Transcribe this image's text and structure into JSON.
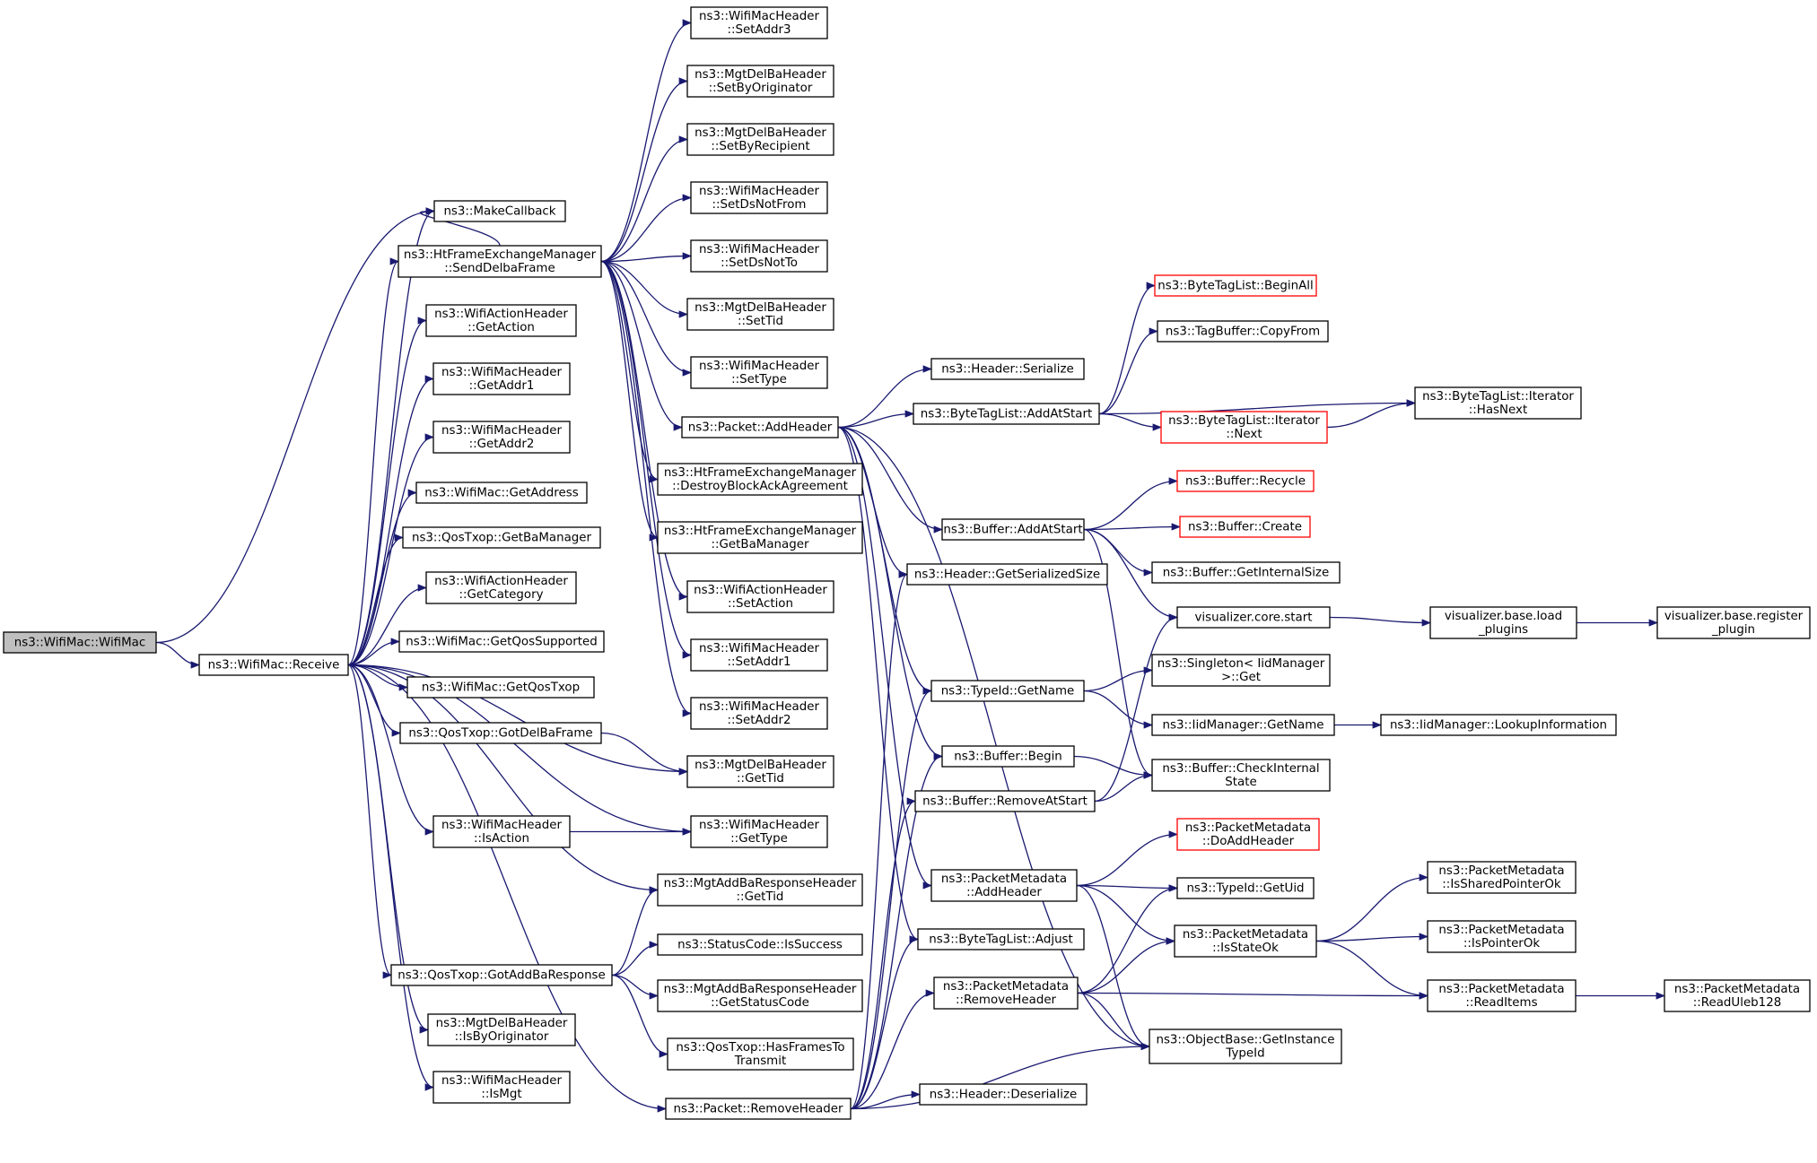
{
  "colors": {
    "edge": "#191970",
    "node_border": "#000000",
    "node_border_alt": "#ff0000",
    "root_fill": "#bfbfbf"
  },
  "nodes": [
    {
      "id": "root",
      "lines": [
        "ns3::WifiMac::WifiMac"
      ],
      "variant": "root"
    },
    {
      "id": "receive",
      "lines": [
        "ns3::WifiMac::Receive"
      ]
    },
    {
      "id": "makecb",
      "lines": [
        "ns3::MakeCallback"
      ]
    },
    {
      "id": "senddelba",
      "lines": [
        "ns3::HtFrameExchangeManager",
        "::SendDelbaFrame"
      ]
    },
    {
      "id": "act_getaction",
      "lines": [
        "ns3::WifiActionHeader",
        "::GetAction"
      ]
    },
    {
      "id": "mac_getaddr1",
      "lines": [
        "ns3::WifiMacHeader",
        "::GetAddr1"
      ]
    },
    {
      "id": "mac_getaddr2",
      "lines": [
        "ns3::WifiMacHeader",
        "::GetAddr2"
      ]
    },
    {
      "id": "getaddress",
      "lines": [
        "ns3::WifiMac::GetAddress"
      ]
    },
    {
      "id": "getbamanager_q",
      "lines": [
        "ns3::QosTxop::GetBaManager"
      ]
    },
    {
      "id": "act_getcategory",
      "lines": [
        "ns3::WifiActionHeader",
        "::GetCategory"
      ]
    },
    {
      "id": "getqossupported",
      "lines": [
        "ns3::WifiMac::GetQosSupported"
      ]
    },
    {
      "id": "getqostxop",
      "lines": [
        "ns3::WifiMac::GetQosTxop"
      ]
    },
    {
      "id": "gotdelba",
      "lines": [
        "ns3::QosTxop::GotDelBaFrame"
      ]
    },
    {
      "id": "isaction",
      "lines": [
        "ns3::WifiMacHeader",
        "::IsAction"
      ]
    },
    {
      "id": "gotaddba",
      "lines": [
        "ns3::QosTxop::GotAddBaResponse"
      ]
    },
    {
      "id": "isbyorig",
      "lines": [
        "ns3::MgtDelBaHeader",
        "::IsByOriginator"
      ]
    },
    {
      "id": "ismgt",
      "lines": [
        "ns3::WifiMacHeader",
        "::IsMgt"
      ]
    },
    {
      "id": "setaddr3",
      "lines": [
        "ns3::WifiMacHeader",
        "::SetAddr3"
      ]
    },
    {
      "id": "setbyorig",
      "lines": [
        "ns3::MgtDelBaHeader",
        "::SetByOriginator"
      ]
    },
    {
      "id": "setbyrecip",
      "lines": [
        "ns3::MgtDelBaHeader",
        "::SetByRecipient"
      ]
    },
    {
      "id": "setdsnotfrom",
      "lines": [
        "ns3::WifiMacHeader",
        "::SetDsNotFrom"
      ]
    },
    {
      "id": "setdsnotto",
      "lines": [
        "ns3::WifiMacHeader",
        "::SetDsNotTo"
      ]
    },
    {
      "id": "settid",
      "lines": [
        "ns3::MgtDelBaHeader",
        "::SetTid"
      ]
    },
    {
      "id": "settype",
      "lines": [
        "ns3::WifiMacHeader",
        "::SetType"
      ]
    },
    {
      "id": "addheader",
      "lines": [
        "ns3::Packet::AddHeader"
      ]
    },
    {
      "id": "destroyba",
      "lines": [
        "ns3::HtFrameExchangeManager",
        "::DestroyBlockAckAgreement"
      ]
    },
    {
      "id": "getbamanager_ht",
      "lines": [
        "ns3::HtFrameExchangeManager",
        "::GetBaManager"
      ]
    },
    {
      "id": "act_setaction",
      "lines": [
        "ns3::WifiActionHeader",
        "::SetAction"
      ]
    },
    {
      "id": "setaddr1",
      "lines": [
        "ns3::WifiMacHeader",
        "::SetAddr1"
      ]
    },
    {
      "id": "setaddr2",
      "lines": [
        "ns3::WifiMacHeader",
        "::SetAddr2"
      ]
    },
    {
      "id": "delba_gettid",
      "lines": [
        "ns3::MgtDelBaHeader",
        "::GetTid"
      ]
    },
    {
      "id": "mac_gettype",
      "lines": [
        "ns3::WifiMacHeader",
        "::GetType"
      ]
    },
    {
      "id": "addba_gettid",
      "lines": [
        "ns3::MgtAddBaResponseHeader",
        "::GetTid"
      ]
    },
    {
      "id": "issuccess",
      "lines": [
        "ns3::StatusCode::IsSuccess"
      ]
    },
    {
      "id": "getstatuscode",
      "lines": [
        "ns3::MgtAddBaResponseHeader",
        "::GetStatusCode"
      ]
    },
    {
      "id": "hasframes",
      "lines": [
        "ns3::QosTxop::HasFramesTo",
        "Transmit"
      ]
    },
    {
      "id": "removeheader",
      "lines": [
        "ns3::Packet::RemoveHeader"
      ]
    },
    {
      "id": "hdr_serialize",
      "lines": [
        "ns3::Header::Serialize"
      ]
    },
    {
      "id": "btl_addatstart",
      "lines": [
        "ns3::ByteTagList::AddAtStart"
      ]
    },
    {
      "id": "buf_addatstart",
      "lines": [
        "ns3::Buffer::AddAtStart"
      ]
    },
    {
      "id": "hdr_getsize",
      "lines": [
        "ns3::Header::GetSerializedSize"
      ]
    },
    {
      "id": "typeid_getname",
      "lines": [
        "ns3::TypeId::GetName"
      ]
    },
    {
      "id": "buf_begin",
      "lines": [
        "ns3::Buffer::Begin"
      ]
    },
    {
      "id": "buf_removeatstart",
      "lines": [
        "ns3::Buffer::RemoveAtStart"
      ]
    },
    {
      "id": "pm_addheader",
      "lines": [
        "ns3::PacketMetadata",
        "::AddHeader"
      ]
    },
    {
      "id": "btl_adjust",
      "lines": [
        "ns3::ByteTagList::Adjust"
      ]
    },
    {
      "id": "pm_removeheader",
      "lines": [
        "ns3::PacketMetadata",
        "::RemoveHeader"
      ]
    },
    {
      "id": "hdr_deserialize",
      "lines": [
        "ns3::Header::Deserialize"
      ]
    },
    {
      "id": "btl_beginall",
      "lines": [
        "ns3::ByteTagList::BeginAll"
      ],
      "variant": "red"
    },
    {
      "id": "tagbuf_copyfrom",
      "lines": [
        "ns3::TagBuffer::CopyFrom"
      ]
    },
    {
      "id": "btl_iter_next",
      "lines": [
        "ns3::ByteTagList::Iterator",
        "::Next"
      ],
      "variant": "red"
    },
    {
      "id": "buf_recycle",
      "lines": [
        "ns3::Buffer::Recycle"
      ],
      "variant": "red"
    },
    {
      "id": "buf_create",
      "lines": [
        "ns3::Buffer::Create"
      ],
      "variant": "red"
    },
    {
      "id": "buf_getinternalsize",
      "lines": [
        "ns3::Buffer::GetInternalSize"
      ]
    },
    {
      "id": "vis_core_start",
      "lines": [
        "visualizer.core.start"
      ]
    },
    {
      "id": "singleton_get",
      "lines": [
        "ns3::Singleton< IidManager",
        ">::Get"
      ]
    },
    {
      "id": "iid_getname",
      "lines": [
        "ns3::IidManager::GetName"
      ]
    },
    {
      "id": "buf_checkinternal",
      "lines": [
        "ns3::Buffer::CheckInternal",
        "State"
      ]
    },
    {
      "id": "pm_doaddheader",
      "lines": [
        "ns3::PacketMetadata",
        "::DoAddHeader"
      ],
      "variant": "red"
    },
    {
      "id": "typeid_getuid",
      "lines": [
        "ns3::TypeId::GetUid"
      ]
    },
    {
      "id": "pm_isstateok",
      "lines": [
        "ns3::PacketMetadata",
        "::IsStateOk"
      ]
    },
    {
      "id": "objbase_getinstance",
      "lines": [
        "ns3::ObjectBase::GetInstance",
        "TypeId"
      ]
    },
    {
      "id": "btl_iter_hasnext",
      "lines": [
        "ns3::ByteTagList::Iterator",
        "::HasNext"
      ]
    },
    {
      "id": "vis_base_load",
      "lines": [
        "visualizer.base.load",
        "_plugins"
      ]
    },
    {
      "id": "iid_lookup",
      "lines": [
        "ns3::IidManager::LookupInformation"
      ]
    },
    {
      "id": "pm_issharedptr",
      "lines": [
        "ns3::PacketMetadata",
        "::IsSharedPointerOk"
      ]
    },
    {
      "id": "pm_isptrok",
      "lines": [
        "ns3::PacketMetadata",
        "::IsPointerOk"
      ]
    },
    {
      "id": "pm_readitems",
      "lines": [
        "ns3::PacketMetadata",
        "::ReadItems"
      ]
    },
    {
      "id": "vis_base_register",
      "lines": [
        "visualizer.base.register",
        "_plugin"
      ]
    },
    {
      "id": "pm_readuleb",
      "lines": [
        "ns3::PacketMetadata",
        "::ReadUleb128"
      ]
    }
  ]
}
